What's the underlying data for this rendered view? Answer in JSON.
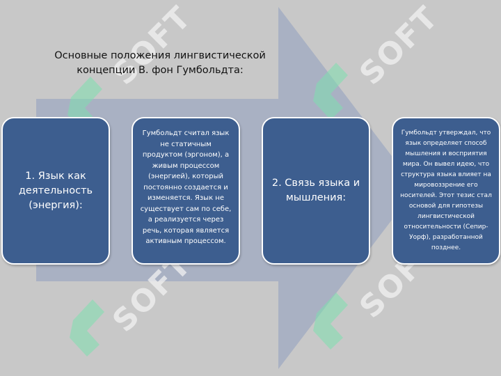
{
  "title": "Основные положения лингвистической концепции В. фон Гумбольдта:",
  "boxes": [
    {
      "text": "1. Язык как деятельность (энергия):"
    },
    {
      "text": "Гумбольдт считал язык не статичным продуктом (эргоном), а живым процессом (энергией), который постоянно создается и изменяется. Язык не существует сам по себе, а реализуется через речь, которая является активным процессом."
    },
    {
      "text": "2. Связь языка и мышления:"
    },
    {
      "text": "Гумбольдт утверждал, что язык определяет способ мышления и восприятия мира. Он вывел идею, что структура языка влияет на мировоззрение его носителей. Этот тезис стал основой для гипотезы лингвистической относительности (Сепир-Уорф), разработанной позднее."
    }
  ],
  "watermark": {
    "text": "SOFT",
    "icon": "brand-logo-icon"
  },
  "colors": {
    "background": "#c8c8c8",
    "arrow": "#a9b1c3",
    "box_fill": "#3d5e8f",
    "box_border": "#ffffff",
    "watermark_logo": "#7fe0b0"
  }
}
